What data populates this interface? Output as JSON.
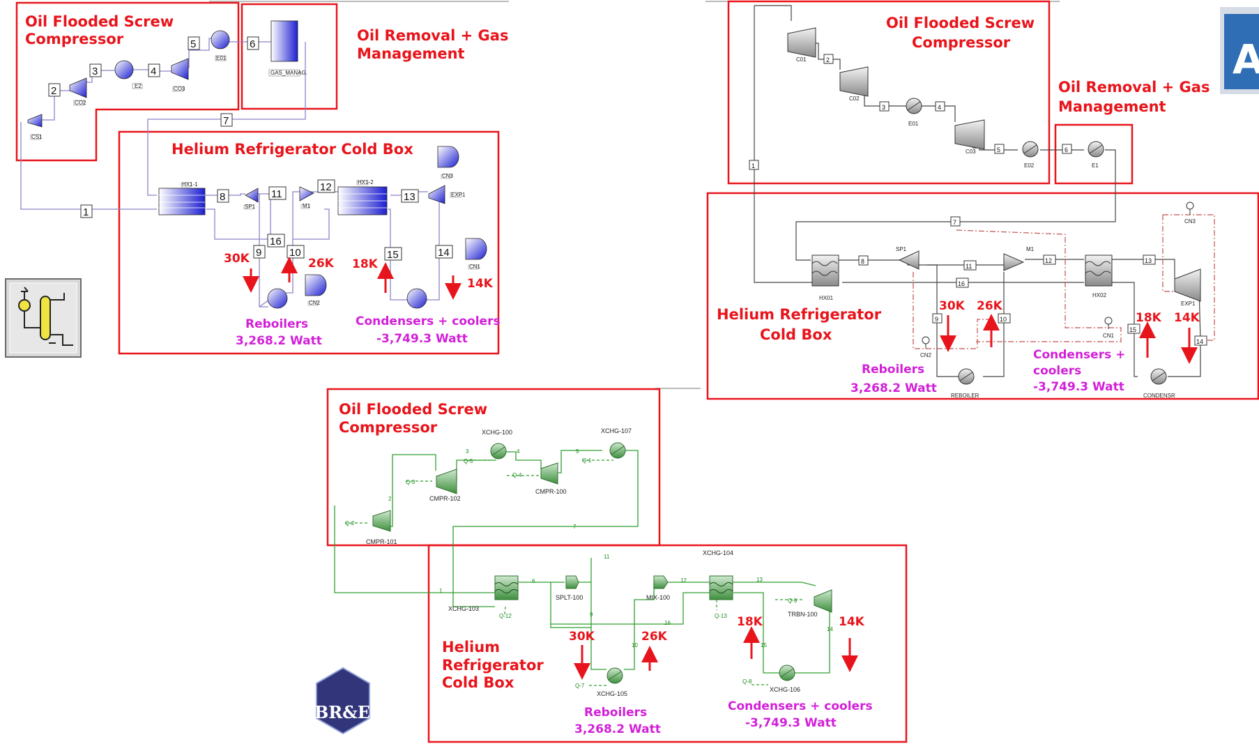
{
  "panel_left": {
    "compressor_title": "Oil Flooded Screw Compressor",
    "oil_title": "Oil Removal + Gas Management",
    "coldbox_title": "Helium Refrigerator Cold Box",
    "reboilers_title": "Reboilers",
    "reboilers_value": "3,268.2 Watt",
    "condensers_title": "Condensers + coolers",
    "condensers_value": "-3,749.3 Watt",
    "temps": {
      "t30": "30K",
      "t26": "26K",
      "t18": "18K",
      "t14": "14K"
    },
    "streams": {
      "s1": "1",
      "s2": "2",
      "s3": "3",
      "s4": "4",
      "s5": "5",
      "s6": "6",
      "s7": "7",
      "s8": "8",
      "s9": "9",
      "s10": "10",
      "s11": "11",
      "s12": "12",
      "s13": "13",
      "s14": "14",
      "s15": "15",
      "s16": "16"
    },
    "blocks": {
      "cs1": "CS1",
      "co2": "CO2",
      "e2": "E2",
      "co3": "CO3",
      "e01": "E01",
      "gas": "GAS_MANAG.",
      "hx1": "HX1-1",
      "hx2": "HX1-2",
      "sp1": "SP1",
      "m1": "M1",
      "exp1": "EXP1",
      "cn3": "CN3",
      "cn2": "CN2",
      "cn1": "CN1"
    }
  },
  "panel_right": {
    "compressor_title": "Oil Flooded Screw Compressor",
    "oil_title": "Oil Removal + Gas Management",
    "coldbox_title": "Helium Refrigerator Cold Box",
    "reboilers_title": "Reboilers",
    "reboilers_value": "3,268.2 Watt",
    "condensers_title": "Condensers + coolers",
    "condensers_value": "-3,749.3 Watt",
    "temps": {
      "t30": "30K",
      "t26": "26K",
      "t18": "18K",
      "t14": "14K"
    },
    "streams": {
      "s1": "1",
      "s2": "2",
      "s3": "3",
      "s4": "4",
      "s5": "5",
      "s6": "6",
      "s7": "7",
      "s8": "8",
      "s9": "9",
      "s10": "10",
      "s11": "11",
      "s12": "12",
      "s13": "13",
      "s14": "14",
      "s15": "15",
      "s16": "16"
    },
    "blocks": {
      "c01": "C01",
      "c02": "C02",
      "e01": "E01",
      "c03": "C03",
      "e02": "E02",
      "e1": "E1",
      "hx01": "HX01",
      "hx02": "HX02",
      "sp1": "SP1",
      "m1": "M1",
      "exp1": "EXP1",
      "cn3": "CN3",
      "cn2": "CN2",
      "cn1": "CN1",
      "reboiler": "REBOILER",
      "condensr": "CONDENSR"
    },
    "badge": "A"
  },
  "panel_bottom": {
    "compressor_title": "Oil Flooded Screw Compressor",
    "coldbox_title": "Helium Refrigerator Cold Box",
    "reboilers_title": "Reboilers",
    "reboilers_value": "3,268.2 Watt",
    "condensers_title": "Condensers + coolers",
    "condensers_value": "-3,749.3 Watt",
    "temps": {
      "t30": "30K",
      "t26": "26K",
      "t18": "18K",
      "t14": "14K"
    },
    "streams": {
      "s1": "1",
      "s2": "2",
      "s3": "3",
      "s4": "4",
      "s5": "5",
      "s6": "6",
      "s7": "7",
      "s9": "9",
      "s10": "10",
      "s11": "11",
      "s12": "12",
      "s13": "13",
      "s14": "14",
      "s15": "15",
      "s16": "16"
    },
    "energy": {
      "q1": "Q-1",
      "q2": "Q-2",
      "q3": "Q-3",
      "q4": "Q-4",
      "q5": "Q-5",
      "q7": "Q-7",
      "q8": "Q-8",
      "q9": "Q-9",
      "q12": "Q-12",
      "q13": "Q-13"
    },
    "blocks": {
      "cmpr101": "CMPR-101",
      "cmpr102": "CMPR-102",
      "cmpr100": "CMPR-100",
      "xchg100": "XCHG-100",
      "xchg107": "XCHG-107",
      "xchg103": "XCHG-103",
      "xchg104": "XCHG-104",
      "xchg105": "XCHG-105",
      "xchg106": "XCHG-106",
      "splt100": "SPLT-100",
      "mix100": "MIX-100",
      "trbn100": "TRBN-100"
    }
  },
  "logo_text": "BR&E",
  "colors": {
    "red": "#e8141b",
    "magenta": "#d21fd8",
    "aspen_blue": "#2a2fd6",
    "hysys_green": "#2f8f2f"
  }
}
